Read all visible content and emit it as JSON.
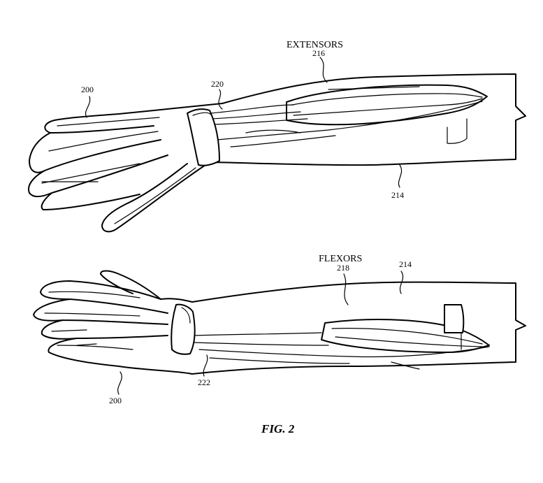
{
  "top_figure": {
    "label_muscle": "EXTENSORS",
    "ref_muscle": "216",
    "ref_device": "200",
    "ref_band": "220",
    "ref_arm": "214"
  },
  "bottom_figure": {
    "label_muscle": "FLEXORS",
    "ref_muscle": "218",
    "ref_arm": "214",
    "ref_band": "222",
    "ref_device": "200"
  },
  "caption": "FIG. 2"
}
